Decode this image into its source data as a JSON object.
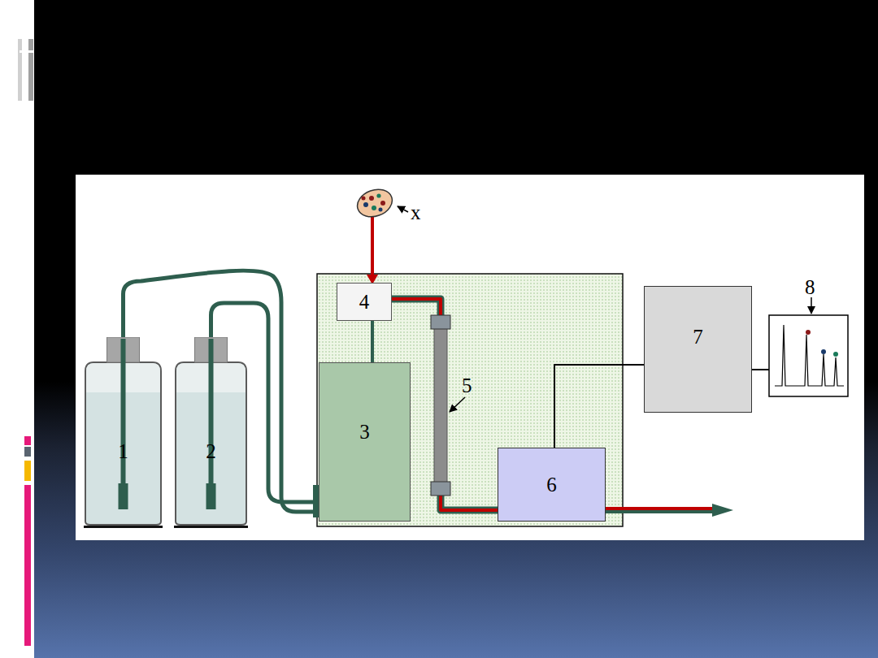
{
  "diagram": {
    "nodes": [
      {
        "text": [
          "1"
        ]
      },
      {
        "text": [
          "2"
        ]
      },
      {
        "text": [
          "3"
        ]
      },
      {
        "text": [
          "4"
        ]
      },
      {
        "text": [
          "6"
        ]
      },
      {
        "text": [
          "7"
        ]
      }
    ],
    "edges": [
      {
        "from": 0,
        "to": 2,
        "arrow": "none"
      },
      {
        "from": 1,
        "to": 2,
        "arrow": "none"
      },
      {
        "from": 2,
        "to": 3,
        "arrow": "none"
      },
      {
        "from": 3,
        "to": 4,
        "arrow": "none"
      },
      {
        "from": 4,
        "to": 5,
        "arrow": "none"
      }
    ],
    "labels": [
      "5",
      "x",
      "8"
    ]
  }
}
